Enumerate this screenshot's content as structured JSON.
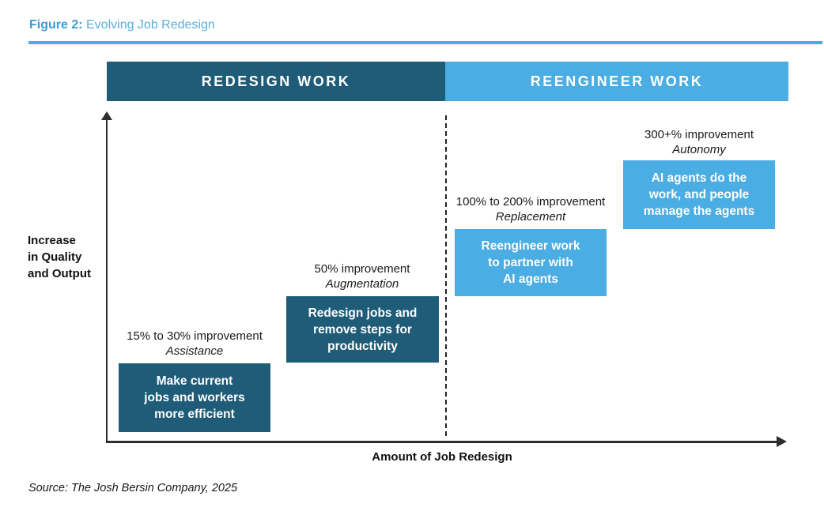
{
  "title": {
    "prefix": "Figure 2:",
    "text": " Evolving Job Redesign"
  },
  "sections": [
    {
      "label": "REDESIGN WORK"
    },
    {
      "label": "REENGINEER WORK"
    }
  ],
  "axis": {
    "y_label": "Increase\nin Quality\nand Output",
    "x_label": "Amount of Job Redesign"
  },
  "stages": [
    {
      "improvement": "15% to 30% improvement",
      "name": "Assistance",
      "box": "Make current\njobs and workers\nmore efficient"
    },
    {
      "improvement": "50% improvement",
      "name": "Augmentation",
      "box": "Redesign jobs and\nremove steps for\nproductivity"
    },
    {
      "improvement": "100% to 200% improvement",
      "name": "Replacement",
      "box": "Reengineer work\nto partner with\nAI agents"
    },
    {
      "improvement": "300+% improvement",
      "name": "Autonomy",
      "box": "AI agents do the\nwork, and people\nmanage the agents"
    }
  ],
  "source": "Source: The Josh Bersin Company, 2025",
  "colors": {
    "dark_teal": "#1E5C78",
    "light_blue": "#4AADE3",
    "title_blue": "#3B9CD3",
    "title_blue_light": "#5BAEDC",
    "underline_blue": "#4FABDC",
    "axis": "#2E2E2E"
  }
}
